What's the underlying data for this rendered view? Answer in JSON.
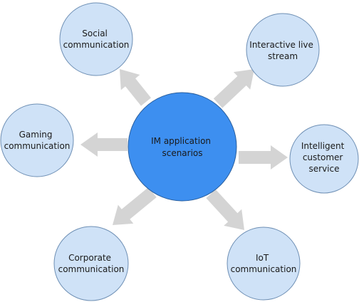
{
  "center": {
    "lines": [
      "IM application",
      "scenarios"
    ],
    "fill": "#3d8ff0",
    "stroke": "#2a5f9e"
  },
  "satellite_style": {
    "fill": "#cfe2f7",
    "stroke": "#6e8fb4",
    "arrow": "#d4d4d4"
  },
  "nodes": [
    {
      "id": "social-communication",
      "lines": [
        "Social",
        "communication"
      ]
    },
    {
      "id": "interactive-live-stream",
      "lines": [
        "Interactive live",
        "stream"
      ]
    },
    {
      "id": "gaming-communication",
      "lines": [
        "Gaming",
        "communication"
      ]
    },
    {
      "id": "intelligent-customer-service",
      "lines": [
        "Intelligent",
        "customer",
        "service"
      ]
    },
    {
      "id": "corporate-communication",
      "lines": [
        "Corporate",
        "communication"
      ]
    },
    {
      "id": "iot-communication",
      "lines": [
        "IoT",
        "communication"
      ]
    }
  ]
}
